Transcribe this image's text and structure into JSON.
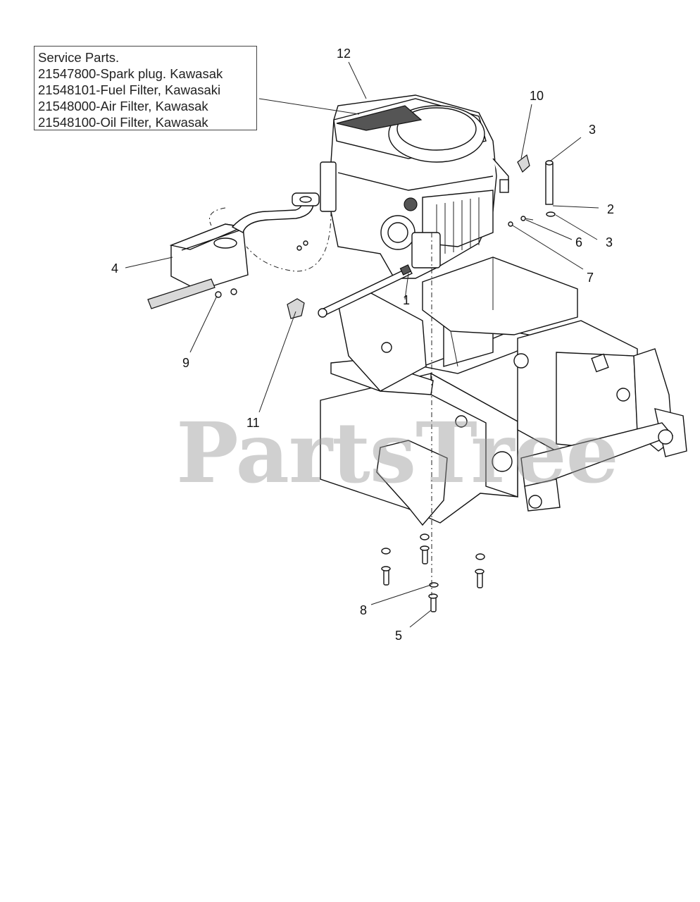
{
  "service_parts": {
    "heading": "Service Parts.",
    "lines": [
      "21547800-Spark plug. Kawasak",
      "21548101-Fuel Filter, Kawasaki",
      "21548000-Air Filter, Kawasak",
      "21548100-Oil Filter, Kawasak"
    ]
  },
  "watermark": "PartsTree",
  "callouts": {
    "c1": "1",
    "c2": "2",
    "c3a": "3",
    "c3b": "3",
    "c4": "4",
    "c5": "5",
    "c6": "6",
    "c7": "7",
    "c8": "8",
    "c9": "9",
    "c10": "10",
    "c11": "11",
    "c12": "12"
  }
}
